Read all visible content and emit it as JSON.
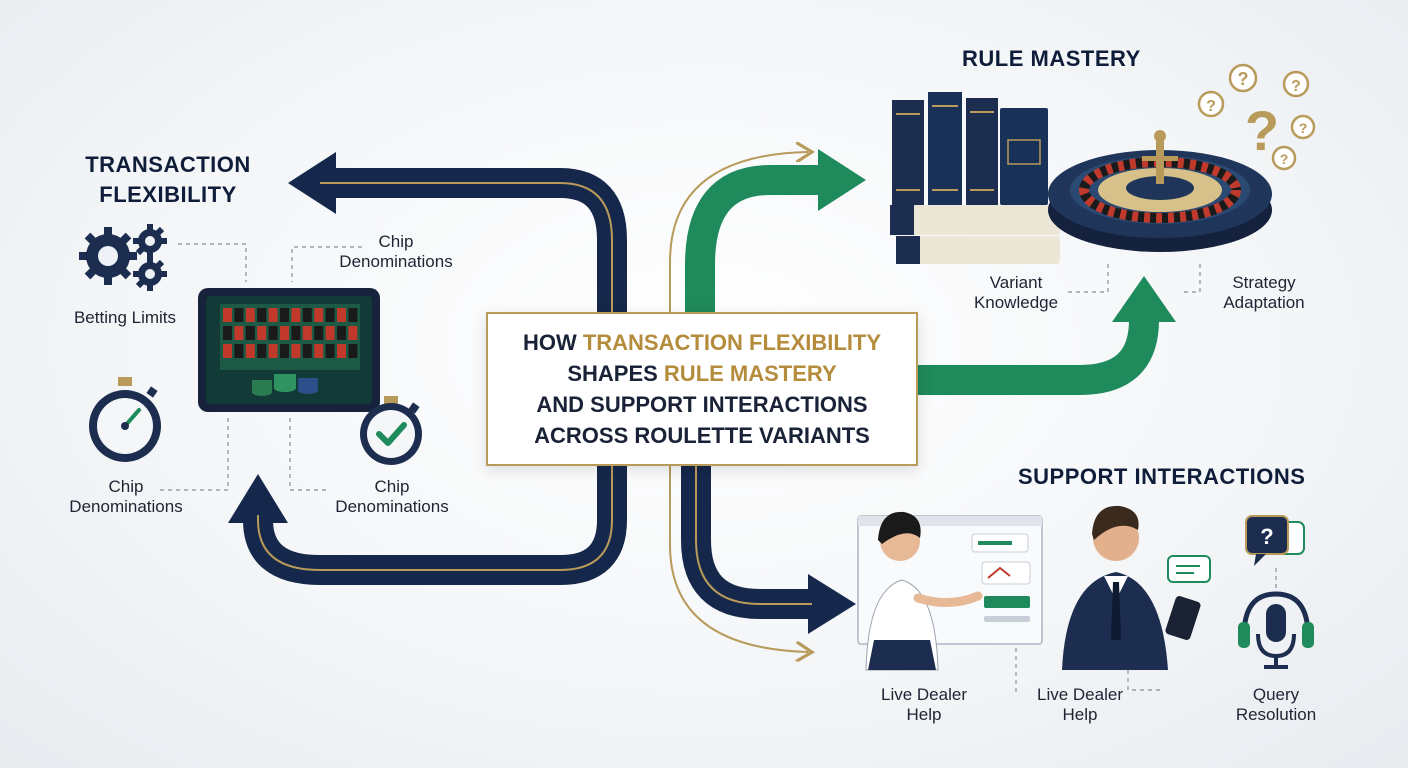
{
  "colors": {
    "navy": "#15284b",
    "green": "#1f8a5b",
    "gold": "#b89a5b",
    "background": "#f1f3f6"
  },
  "headings": {
    "transaction": [
      "TRANSACTION",
      "FLEXIBILITY"
    ],
    "rule_mastery": "RULE MASTERY",
    "support": "SUPPORT INTERACTIONS"
  },
  "center_title": {
    "line1_prefix": "HOW ",
    "line1_highlight": "TRANSACTION FLEXIBILITY",
    "line2_prefix": "SHAPES ",
    "line2_highlight": "RULE MASTERY",
    "line3": "AND SUPPORT INTERACTIONS",
    "line4": "ACROSS ROULETTE VARIANTS"
  },
  "transaction_labels": {
    "top_chip": [
      "Chip",
      "Denominations"
    ],
    "betting_limits": "Betting Limits",
    "bottom_left_chip": [
      "Chip",
      "Denominations"
    ],
    "bottom_right_chip": [
      "Chip",
      "Denominations"
    ]
  },
  "rule_labels": {
    "variant": [
      "Variant",
      "Knowledge"
    ],
    "strategy": [
      "Strategy",
      "Adaptation"
    ]
  },
  "support_labels": {
    "dealer_1": [
      "Live Dealer",
      "Help"
    ],
    "dealer_2": [
      "Live Dealer",
      "Help"
    ],
    "query": [
      "Query",
      "Resolution"
    ]
  },
  "icons": [
    "gears-icon",
    "stopwatch-icon",
    "checkmark-stopwatch-icon",
    "roulette-tablet-icon",
    "books-icon",
    "roulette-wheel-icon",
    "question-marks-icon",
    "dealer-woman-icon",
    "support-man-icon",
    "chat-question-icon",
    "headset-mic-icon"
  ]
}
